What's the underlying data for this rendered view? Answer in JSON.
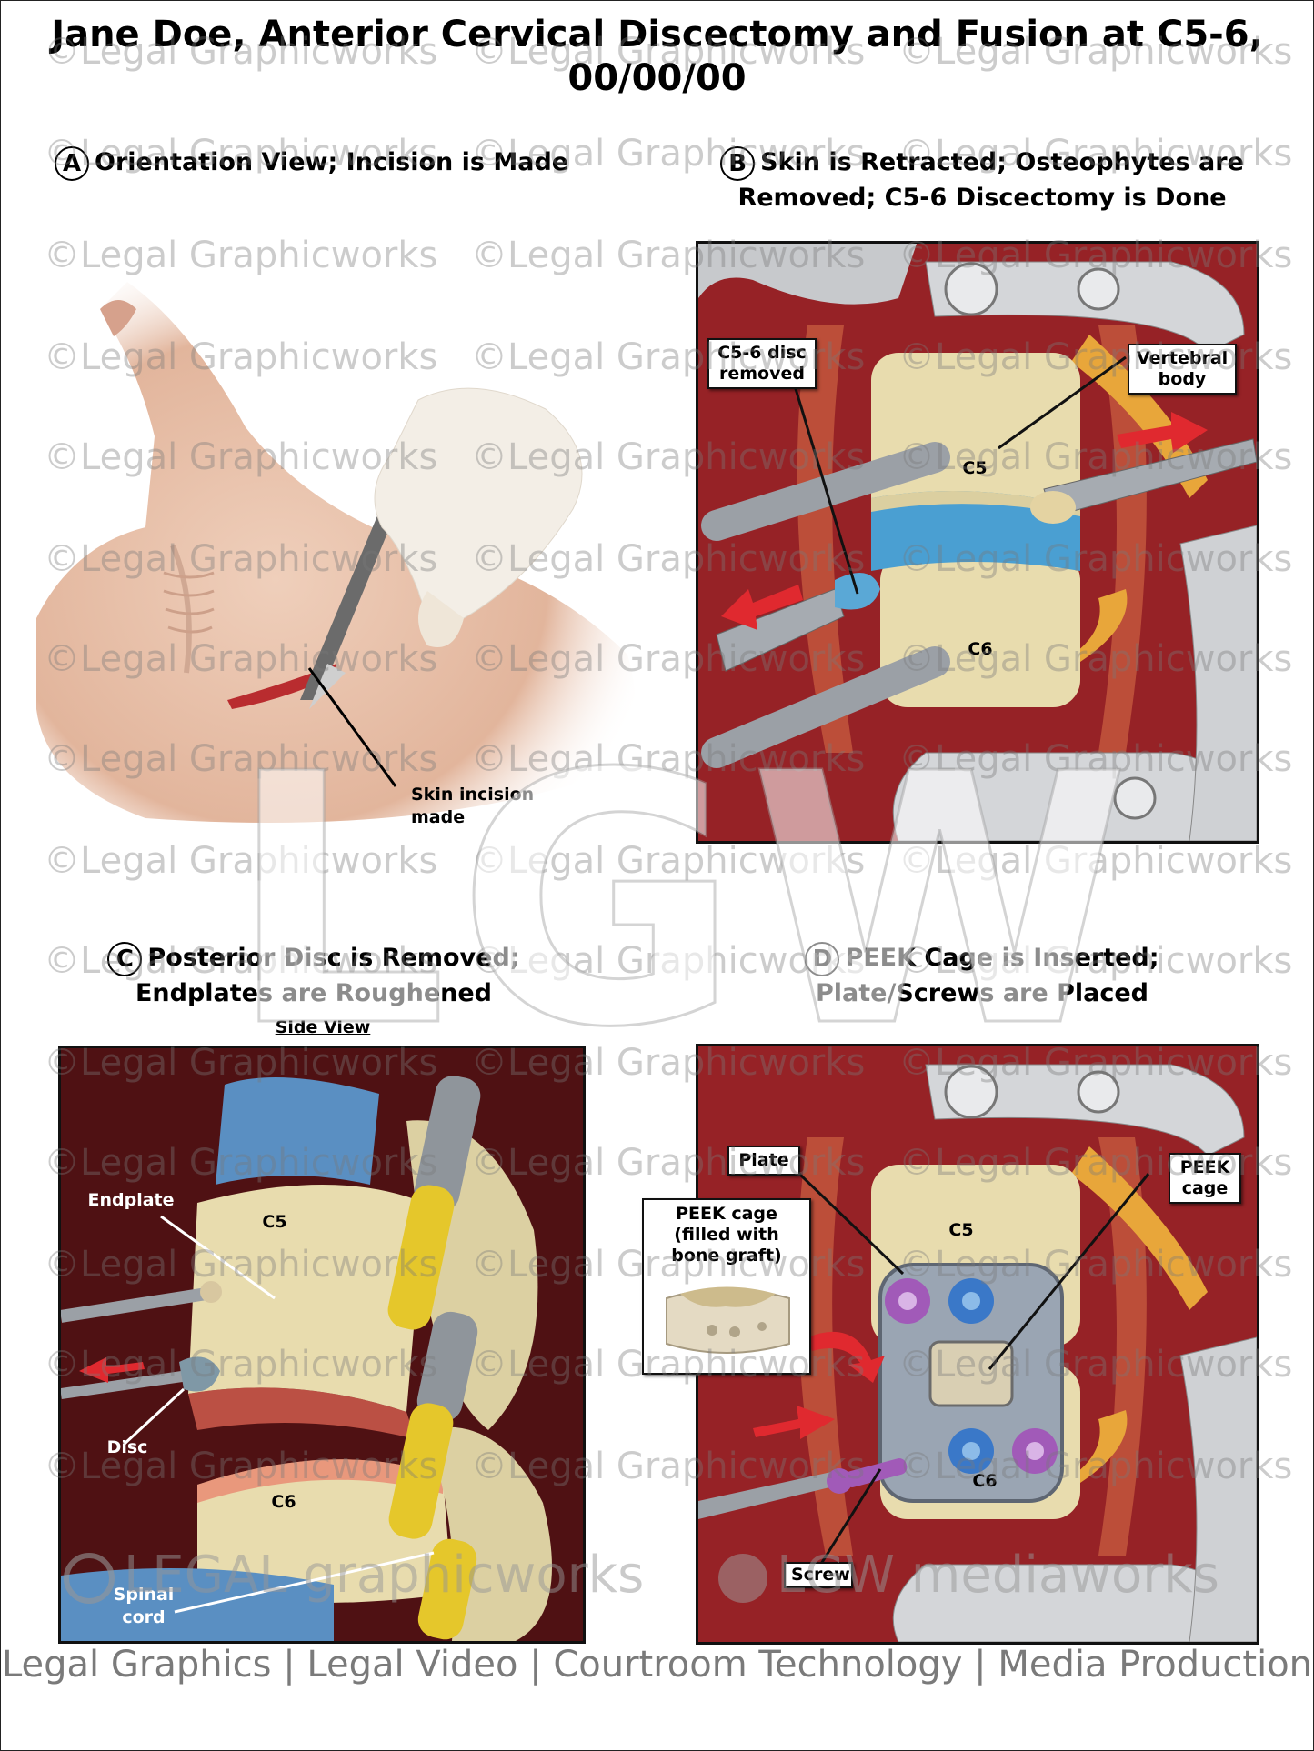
{
  "title_line1": "Jane Doe, Anterior Cervical Discectomy and Fusion at C5-6,",
  "title_line2": "00/00/00",
  "panels": {
    "a": {
      "letter": "A",
      "caption": "Orientation View; Incision is Made",
      "labels": {
        "incision": "Skin incision made"
      }
    },
    "b": {
      "letter": "B",
      "caption_line1": "Skin is Retracted; Osteophytes are",
      "caption_line2": "Removed; C5-6 Discectomy is Done",
      "labels": {
        "disc_removed": "C5-6 disc removed",
        "vertebral_body": "Vertebral body",
        "c5": "C5",
        "c6": "C6"
      }
    },
    "c": {
      "letter": "C",
      "caption_line1": "Posterior Disc is Removed;",
      "caption_line2": "Endplates are Roughened",
      "subtitle": "Side View",
      "labels": {
        "endplate": "Endplate",
        "c5": "C5",
        "disc": "Disc",
        "c6": "C6",
        "spinal_cord": "Spinal cord"
      }
    },
    "d": {
      "letter": "D",
      "caption_line1": "PEEK Cage is Inserted;",
      "caption_line2": "Plate/Screws are Placed",
      "labels": {
        "plate": "Plate",
        "peek_cage_inset": "PEEK cage (filled with bone graft)",
        "peek_cage": "PEEK cage",
        "c5": "C5",
        "c6": "C6",
        "screw": "Screw"
      }
    }
  },
  "watermark": "©Legal Graphicworks",
  "watermark_big": "LGW",
  "logo_left": "LEGAL graphicworks",
  "logo_right": "LGW mediaworks",
  "footer": "Legal Graphics | Legal Video | Courtroom Technology | Media Production",
  "colors": {
    "tissue": "#a5262a",
    "bone": "#e8dcae",
    "disc_blue": "#4a9fd2",
    "plate": "#9aa5b3",
    "screw_purple": "#a15ab8",
    "arrow_red": "#e0292f"
  }
}
